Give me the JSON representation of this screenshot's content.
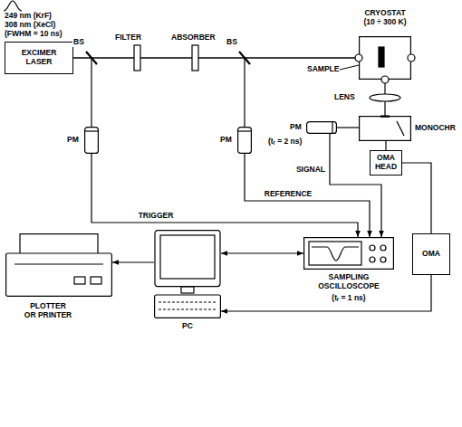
{
  "diagram": {
    "nodes": [
      {
        "text": [
          "EXCIMER LASER"
        ]
      },
      {
        "text": [
          "CRYOSTAT (10 ÷ 300 K)"
        ]
      },
      {
        "text": [
          "MONOCHR"
        ]
      },
      {
        "text": [
          "PM"
        ]
      },
      {
        "text": [
          "PM"
        ]
      },
      {
        "text": [
          "PM",
          "(tᵣ = 2 ns)"
        ]
      },
      {
        "text": [
          "OMA HEAD"
        ]
      },
      {
        "text": [
          "SAMPLING OSCILLOSCOPE",
          "(tᵣ = 1 ns)"
        ]
      },
      {
        "text": [
          "OMA"
        ]
      },
      {
        "text": [
          "PC"
        ]
      },
      {
        "text": [
          "PLOTTER OR PRINTER"
        ]
      }
    ],
    "edges": [
      {
        "from": 0,
        "to": 1,
        "arrow": "none"
      },
      {
        "from": 1,
        "to": 2,
        "arrow": "none"
      },
      {
        "from": 2,
        "to": 5,
        "arrow": "none"
      },
      {
        "from": 2,
        "to": 6,
        "arrow": "none"
      },
      {
        "from": 3,
        "to": 7,
        "label": "TRIGGER",
        "arrow": "to"
      },
      {
        "from": 4,
        "to": 7,
        "label": "REFERENCE",
        "arrow": "to"
      },
      {
        "from": 5,
        "to": 7,
        "label": "SIGNAL",
        "arrow": "to"
      },
      {
        "from": 6,
        "to": 8,
        "arrow": "none"
      },
      {
        "from": 8,
        "to": 9,
        "arrow": "to"
      },
      {
        "from": 9,
        "to": 7,
        "arrow": "both"
      },
      {
        "from": 9,
        "to": 10,
        "arrow": "to"
      }
    ],
    "labels": [
      "249 nm (KrF)",
      "308 nm (XeCl)",
      "(FWHM = 10 ns)",
      "BS",
      "FILTER",
      "ABSORBER",
      "BS",
      "SAMPLE",
      "LENS"
    ]
  }
}
